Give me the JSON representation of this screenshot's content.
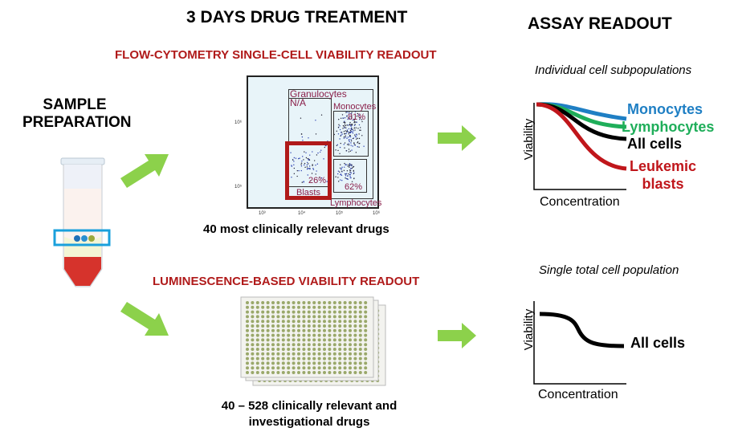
{
  "titles": {
    "treatment": "3 DAYS DRUG TREATMENT",
    "assay": "ASSAY READOUT",
    "sample_line1": "SAMPLE",
    "sample_line2": "PREPARATION"
  },
  "flow": {
    "heading": "FLOW-CYTOMETRY SINGLE-CELL VIABILITY READOUT",
    "caption": "40 most clinically relevant drugs",
    "gates": {
      "granulocytes": "Granulocytes",
      "na": "N/A",
      "monocytes": "Monocytes",
      "monocytes_pct": "81%",
      "blasts": "Blasts",
      "blasts_pct": "26%",
      "lymphocytes": "Lymphocytes",
      "lymphocytes_pct": "62%"
    },
    "y_ticks": [
      "10⁶",
      "10⁵"
    ],
    "x_ticks": [
      "10³",
      "10⁴",
      "10⁵",
      "10⁶"
    ]
  },
  "lumi": {
    "heading": "LUMINESCENCE-BASED VIABILITY READOUT",
    "caption_line1": "40 – 528 clinically relevant and",
    "caption_line2": "investigational drugs"
  },
  "top_chart": {
    "subtitle": "Individual cell subpopulations",
    "ylabel": "Viability",
    "xlabel": "Concentration",
    "series": [
      {
        "name": "Monocytes",
        "color": "#1f7fc4"
      },
      {
        "name": "Lymphocytes",
        "color": "#1fae5a"
      },
      {
        "name": "All cells",
        "color": "#000000"
      },
      {
        "name_line1": "Leukemic",
        "name_line2": "blasts",
        "color": "#c0161b"
      }
    ]
  },
  "bottom_chart": {
    "subtitle": "Single total cell population",
    "ylabel": "Viability",
    "xlabel": "Concentration",
    "series_label": "All cells"
  },
  "colors": {
    "arrow": "#8cd14b",
    "accent_red": "#b01a1a",
    "tube_highlight": "#1aa0dc"
  }
}
